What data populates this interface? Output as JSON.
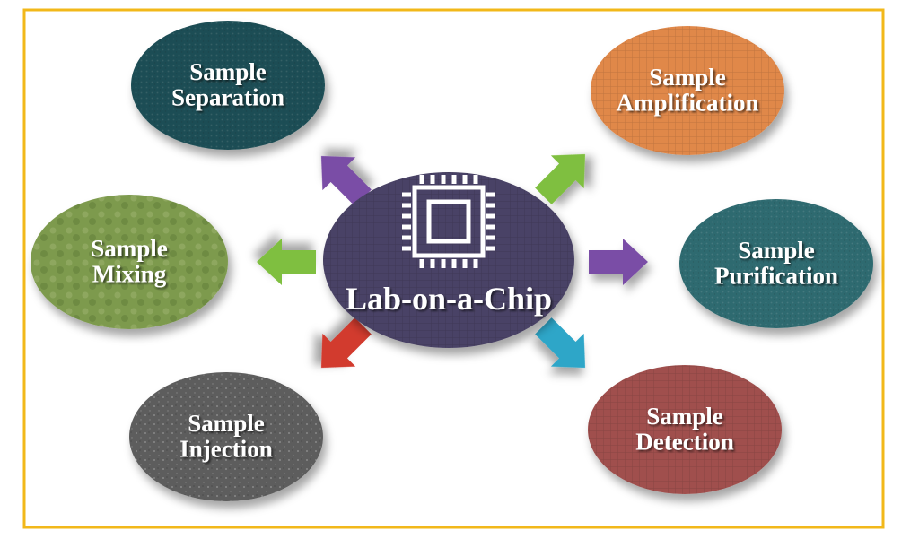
{
  "diagram": {
    "center": {
      "label": "Lab-on-a-Chip",
      "icon": "microchip-icon",
      "color": "#4a4366"
    },
    "nodes": [
      {
        "id": "separation",
        "lines": [
          "Sample",
          "Separation"
        ],
        "color": "#1f4e55",
        "arrow_color": "#7a4ea6"
      },
      {
        "id": "amplification",
        "lines": [
          "Sample",
          "Amplification"
        ],
        "color": "#e0884a",
        "arrow_color": "#7fbf3f"
      },
      {
        "id": "mixing",
        "lines": [
          "Sample",
          "Mixing"
        ],
        "color": "#7d9a4e",
        "arrow_color": "#7fbf3f"
      },
      {
        "id": "purification",
        "lines": [
          "Sample",
          "Purification"
        ],
        "color": "#2f6a70",
        "arrow_color": "#7a4ea6"
      },
      {
        "id": "injection",
        "lines": [
          "Sample",
          "Injection"
        ],
        "color": "#5d5d5d",
        "arrow_color": "#d23a2e"
      },
      {
        "id": "detection",
        "lines": [
          "Sample",
          "Detection"
        ],
        "color": "#a0504e",
        "arrow_color": "#2fa6c8"
      }
    ],
    "frame_color": "#f2b81a"
  }
}
